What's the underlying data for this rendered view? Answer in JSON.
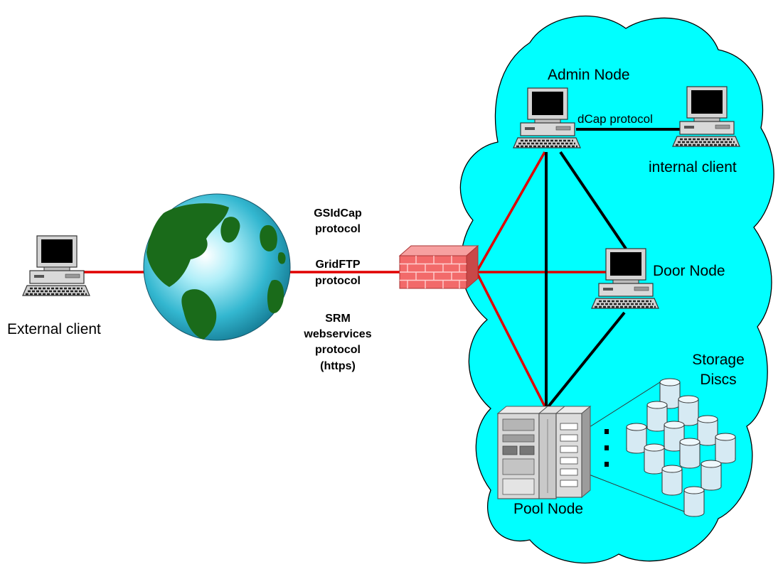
{
  "diagram": {
    "nodes": {
      "external_client": "External client",
      "admin_node": "Admin Node",
      "internal_client": "internal client",
      "door_node": "Door Node",
      "pool_node": "Pool Node",
      "storage_discs": [
        "Storage",
        "Discs"
      ]
    },
    "protocols": {
      "dcap": "dCap protocol",
      "gsidcap": [
        "GSIdCap",
        "protocol"
      ],
      "gridftp": [
        "GridFTP",
        "protocol"
      ],
      "srm": [
        "SRM",
        "webservices",
        "protocol",
        "(https)"
      ]
    },
    "colors": {
      "cloud": "#00ffff",
      "wan_link": "#e00000",
      "lan_link": "#000000",
      "earth_land": "#1a6b1a",
      "earth_ocean": "#33b7d0",
      "firewall": "#f26a6a"
    },
    "icons": {
      "clients": "computer-icon",
      "internet": "globe-icon",
      "security": "firewall-icon",
      "pool": "server-rack-icon",
      "storage": "disc-cylinder-icon"
    }
  }
}
